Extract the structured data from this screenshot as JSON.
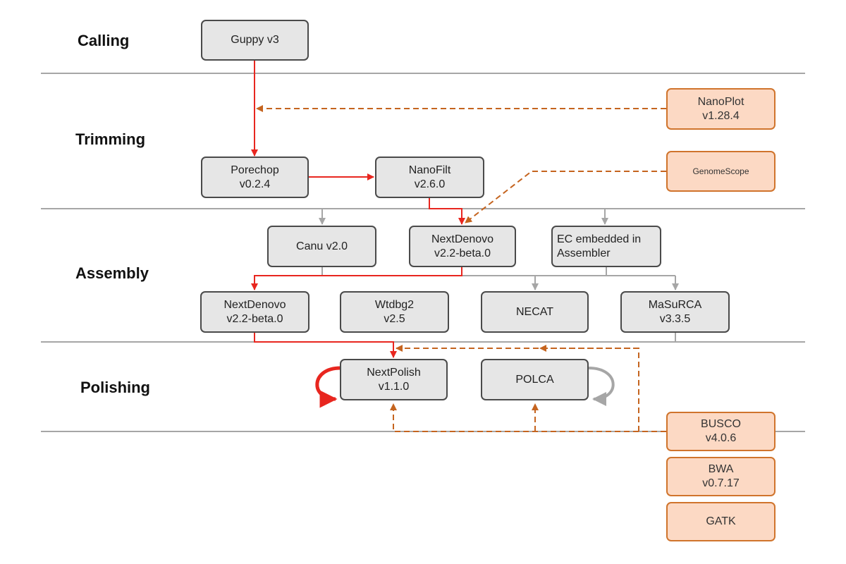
{
  "stages": {
    "calling": "Calling",
    "trimming": "Trimming",
    "assembly": "Assembly",
    "polishing": "Polishing"
  },
  "tools": {
    "guppy": "Guppy v3",
    "porechop": "Porechop\nv0.2.4",
    "nanofilt": "NanoFilt\nv2.6.0",
    "canu": "Canu v2.0",
    "nextdenovo_ec": "NextDenovo\nv2.2-beta.0",
    "ec_embedded": "EC embedded in\nAssembler",
    "nextdenovo_asm": "NextDenovo\nv2.2-beta.0",
    "wtdbg2": "Wtdbg2\nv2.5",
    "necat": "NECAT",
    "masurca": "MaSuRCA\nv3.3.5",
    "nextpolish": "NextPolish\nv1.1.0",
    "polca": "POLCA"
  },
  "aux_tools": {
    "nanoplot": "NanoPlot\nv1.28.4",
    "genomescope": "GenomeScope",
    "busco": "BUSCO\nv4.0.6",
    "bwa": "BWA\nv0.7.17",
    "gatk": "GATK"
  },
  "colors": {
    "selected_path": "#e8261f",
    "alternative_path": "#a6a6a6",
    "qc_path": "#c5641f",
    "tool_fill": "#e6e6e6",
    "aux_fill": "#fcd9c4",
    "aux_border": "#d0742c",
    "separator": "#a6a6a6"
  }
}
